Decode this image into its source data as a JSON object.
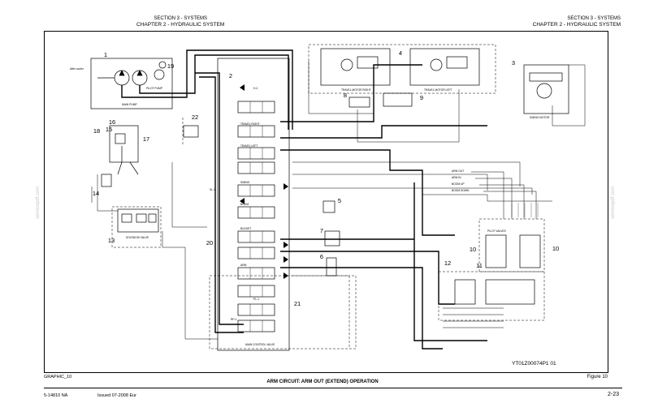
{
  "header_left": {
    "section": "SECTION 3 - SYSTEMS",
    "chapter": "CHAPTER 2 - HYDRAULIC SYSTEM"
  },
  "header_right": {
    "section": "SECTION 3 - SYSTEMS",
    "chapter": "CHAPTER 2 - HYDRAULIC SYSTEM"
  },
  "watermark": "servicepdf.com",
  "callouts": [
    "1",
    "2",
    "3",
    "4",
    "5",
    "6",
    "7",
    "8",
    "9",
    "10",
    "10",
    "11",
    "12",
    "13",
    "14",
    "15",
    "16",
    "17",
    "18",
    "19",
    "20",
    "21",
    "22"
  ],
  "small_labels": {
    "main_pump": "MAIN PUMP",
    "pilot_pump": "PILOT PUMP",
    "after_cooler": "After cooler",
    "travel_right": "TRAVEL RIGHT",
    "travel_left": "TRAVEL LEFT",
    "swing": "SWING",
    "boom": "BOOM",
    "bucket": "BUCKET",
    "arm": "ARM",
    "main_control_valve": "MAIN CONTROL VALVE",
    "solenoid_valve": "SOLENOID VALVE",
    "pilot_valves": "PILOT VALVES",
    "swing_motor": "SWING MOTOR",
    "travel_motor_right": "TRAVEL MOTOR RIGHT",
    "travel_motor_left": "TRAVEL MOTOR LEFT",
    "arm_out": "ARM OUT",
    "arm_in": "ARM IN",
    "boom_up": "BOOM UP",
    "boom_down": "BOOM DOWN",
    "h2": "H-2",
    "pl1": "PL-1",
    "rp1": "RP-1",
    "sl": "SL-1"
  },
  "drawing_id": "YT01Z00074P1 01",
  "graphic_ref": "GRAPHIC_10",
  "figure_label": "Figure 10",
  "caption": "ARM CIRCUIT: ARM OUT (EXTEND) OPERATION",
  "doc_number": "5-14810 NA",
  "issued": "Issued 07-2008    Eur",
  "page_number": "2-23"
}
